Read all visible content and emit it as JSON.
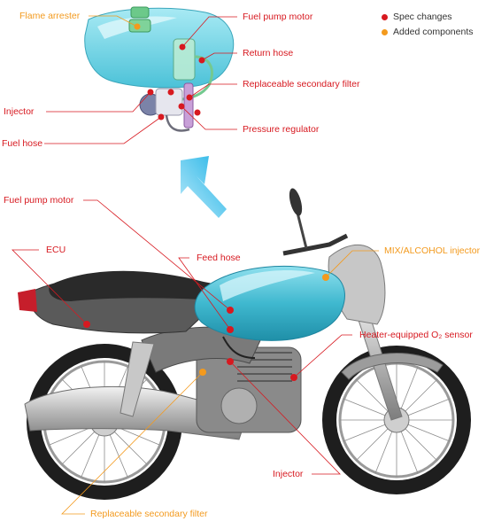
{
  "legend": {
    "spec_changes": "Spec changes",
    "added_components": "Added components",
    "spec_color": "#d71920",
    "added_color": "#f39a1e"
  },
  "inset": {
    "flame_arrester": "Flame arrester",
    "fuel_pump_motor": "Fuel pump motor",
    "return_hose": "Return hose",
    "replaceable_secondary_filter": "Replaceable secondary filter",
    "injector": "Injector",
    "pressure_regulator": "Pressure regulator",
    "fuel_hose": "Fuel hose"
  },
  "bike": {
    "fuel_pump_motor": "Fuel pump motor",
    "ecu": "ECU",
    "feed_hose": "Feed hose",
    "mix_alcohol_injector": "MIX/ALCOHOL injector",
    "heater_o2_sensor": "Heater-equipped O₂ sensor",
    "injector": "Injector",
    "replaceable_secondary_filter": "Replaceable secondary filter"
  },
  "colors": {
    "tank": "#3fb8cf",
    "arrow": "#25b7e8",
    "frame": "#4a4a4a"
  }
}
